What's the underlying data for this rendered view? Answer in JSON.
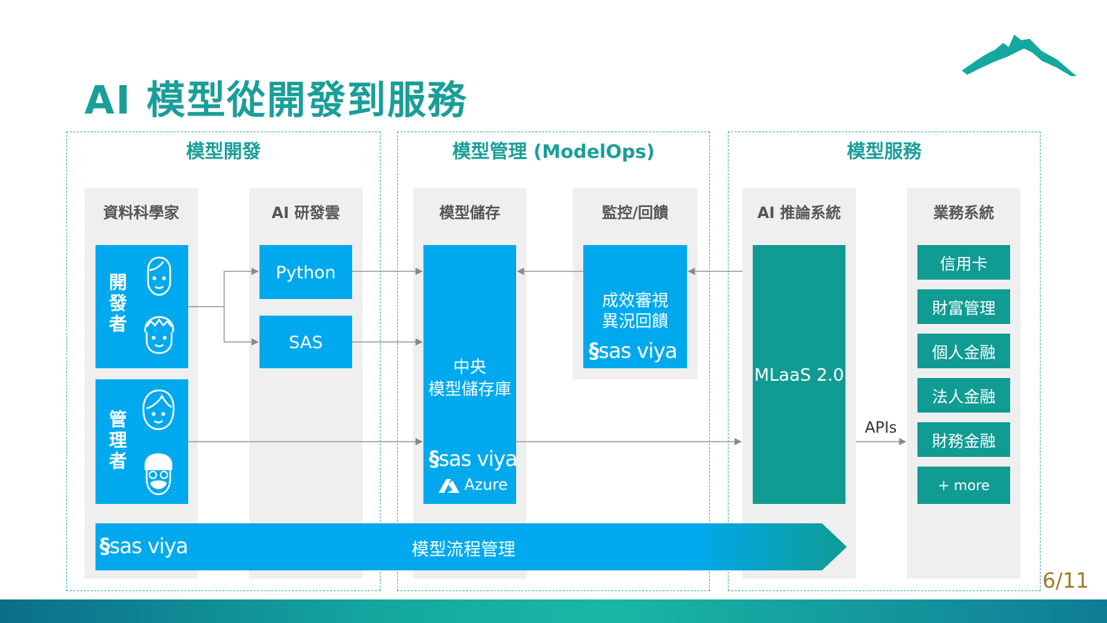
{
  "title": "AI 模型從開發到服務",
  "page_number": "6/11",
  "sections": {
    "dev": "模型開發",
    "ops": "模型管理 (ModelOps)",
    "serve": "模型服務"
  },
  "columns": {
    "data_scientist": "資料科學家",
    "ai_cloud": "AI 研發雲",
    "model_store": "模型儲存",
    "monitor": "監控/回饋",
    "inference": "AI 推論系統",
    "business": "業務系統"
  },
  "roles": {
    "developer": "開發者",
    "manager": "管理者"
  },
  "tools": {
    "python": "Python",
    "sas": "SAS"
  },
  "repository": {
    "line1": "中央",
    "line2": "模型儲存庫",
    "azure": "Azure"
  },
  "monitor_box": {
    "line1": "成效審視",
    "line2": "異況回饋"
  },
  "sas_viya": "sas viya",
  "mlaas": "MLaaS 2.0",
  "apis": "APIs",
  "business_items": [
    "信用卡",
    "財富管理",
    "個人金融",
    "法人金融",
    "財務金融",
    "+ more"
  ],
  "pipeline": "模型流程管理",
  "colors": {
    "accent": "#1a9e98",
    "blue": "#00a9ed",
    "teal": "#109b93"
  }
}
